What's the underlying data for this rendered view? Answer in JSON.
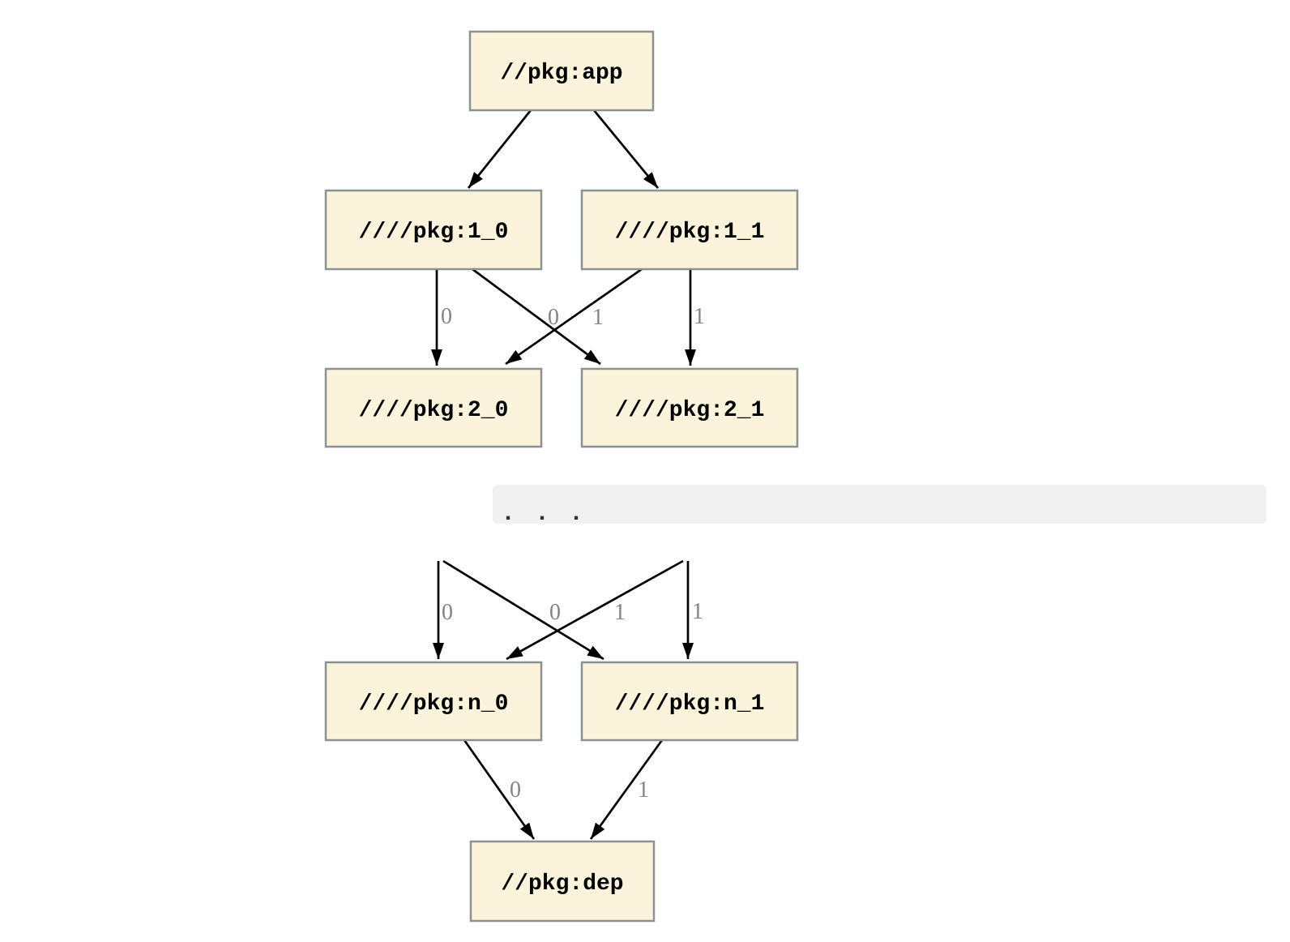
{
  "diagram": {
    "type": "dependency-graph",
    "nodes": {
      "app": {
        "label": "//pkg:app"
      },
      "l1_0": {
        "label": "////pkg:1_0"
      },
      "l1_1": {
        "label": "////pkg:1_1"
      },
      "l2_0": {
        "label": "////pkg:2_0"
      },
      "l2_1": {
        "label": "////pkg:2_1"
      },
      "ln_0": {
        "label": "////pkg:n_0"
      },
      "ln_1": {
        "label": "////pkg:n_1"
      },
      "dep": {
        "label": "//pkg:dep"
      }
    },
    "edges": [
      {
        "from": "//pkg:app",
        "to": "////pkg:1_0",
        "label": ""
      },
      {
        "from": "//pkg:app",
        "to": "////pkg:1_1",
        "label": ""
      },
      {
        "from": "////pkg:1_0",
        "to": "////pkg:2_0",
        "label": "0"
      },
      {
        "from": "////pkg:1_0",
        "to": "////pkg:2_1",
        "label": "1"
      },
      {
        "from": "////pkg:1_1",
        "to": "////pkg:2_0",
        "label": "0"
      },
      {
        "from": "////pkg:1_1",
        "to": "////pkg:2_1",
        "label": "1"
      },
      {
        "from": "...",
        "to": "////pkg:n_0",
        "label": "0"
      },
      {
        "from": "...",
        "to": "////pkg:n_1",
        "label": "1"
      },
      {
        "from": "...",
        "to": "////pkg:n_0",
        "label": "0"
      },
      {
        "from": "...",
        "to": "////pkg:n_1",
        "label": "1"
      },
      {
        "from": "////pkg:n_0",
        "to": "//pkg:dep",
        "label": "0"
      },
      {
        "from": "////pkg:n_1",
        "to": "//pkg:dep",
        "label": "1"
      }
    ],
    "edge_labels": {
      "a0": "0",
      "a1": "0",
      "a2": "1",
      "a3": "1",
      "b0": "0",
      "b1": "0",
      "b2": "1",
      "b3": "1",
      "c0": "0",
      "c1": "1"
    },
    "separator": {
      "ellipsis": ".  .  ."
    },
    "colors": {
      "node_fill": "#FBF3DA",
      "node_border": "#8B9293",
      "edge": "#000000",
      "edge_label": "#848484",
      "separator_bar": "#F1F1F1",
      "background": "#FFFFFF"
    }
  }
}
